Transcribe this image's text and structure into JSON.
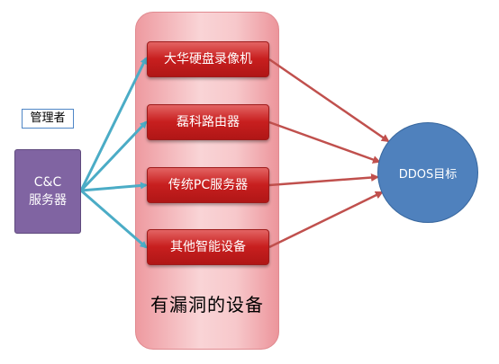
{
  "admin_label": "管理者",
  "cc_server": {
    "line1": "C&C",
    "line2": "服务器"
  },
  "vulnerable_group_label": "有漏洞的设备",
  "devices": [
    {
      "label": "大华硬盘录像机"
    },
    {
      "label": "磊科路由器"
    },
    {
      "label": "传统PC服务器"
    },
    {
      "label": "其他智能设备"
    }
  ],
  "target": {
    "label": "DDOS目标"
  },
  "colors": {
    "control_arrow": "#4bacc6",
    "attack_arrow": "#c0504d",
    "cc_box": "#8064a2",
    "device_box": "#c0392b",
    "target_circle": "#4f81bd"
  }
}
